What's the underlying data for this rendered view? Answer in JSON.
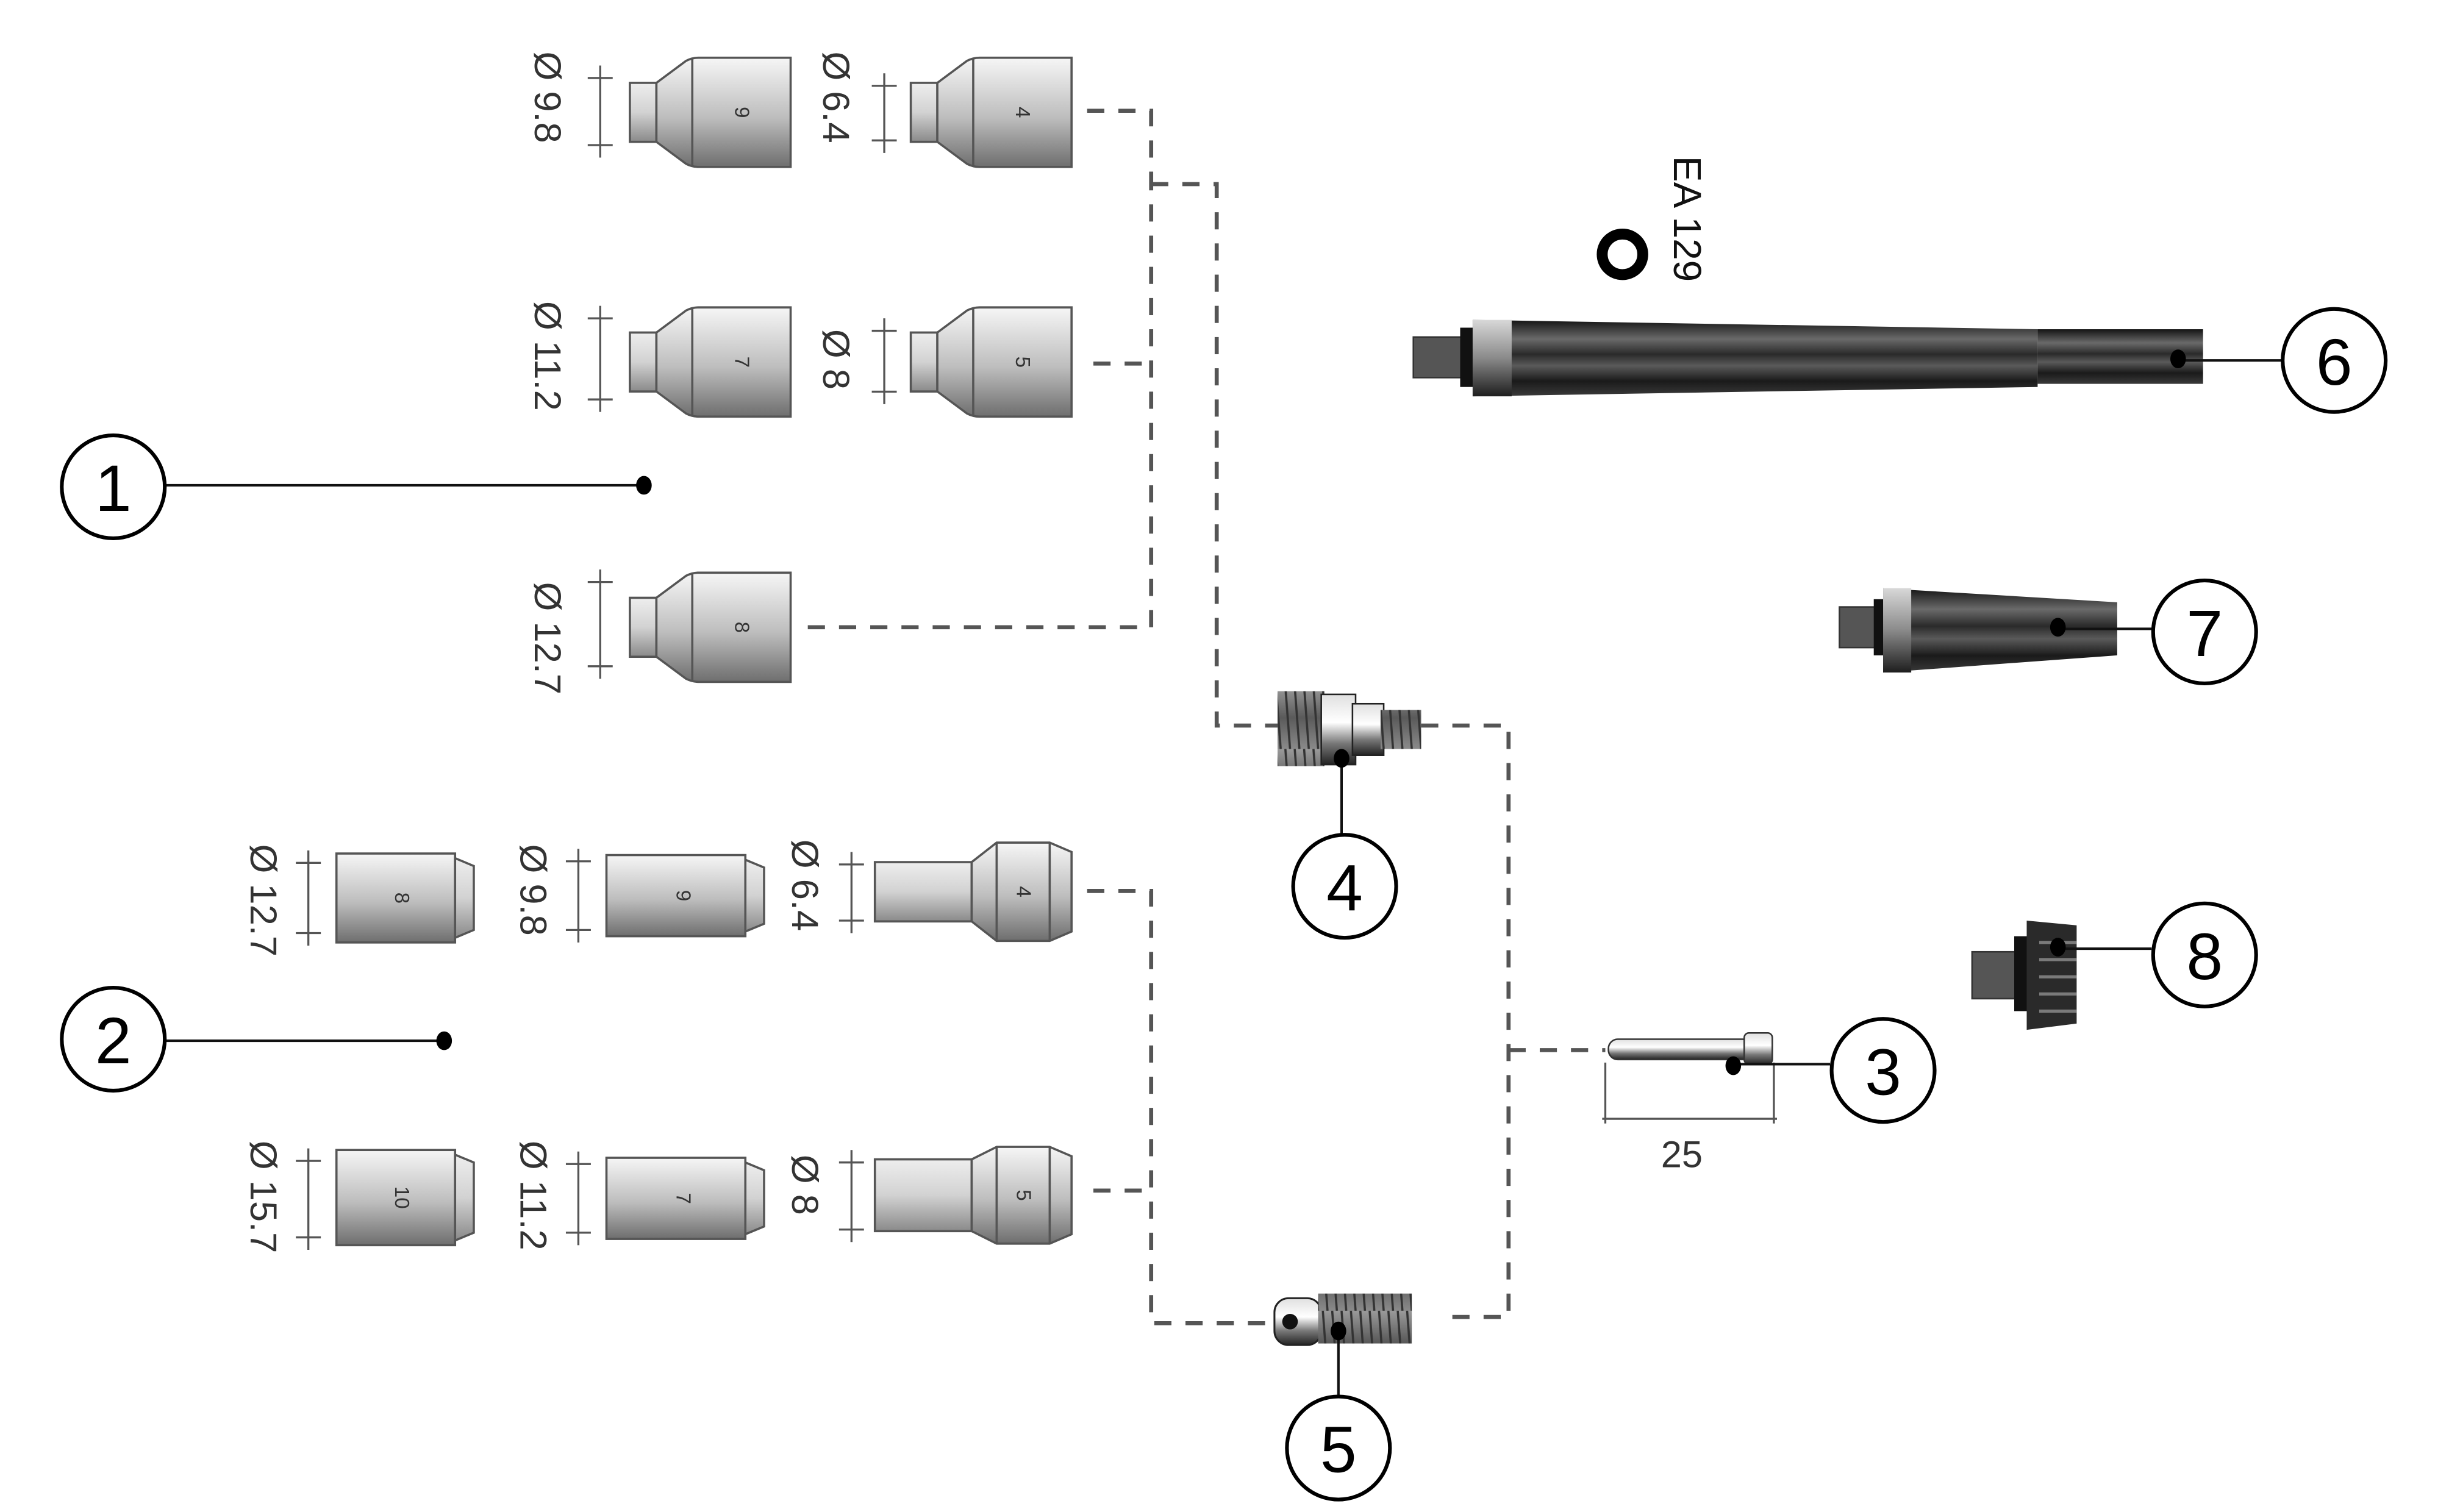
{
  "diagram": {
    "title": "TIG torch consumables exploded view",
    "callouts": [
      "1",
      "2",
      "3",
      "4",
      "5",
      "6",
      "7",
      "8"
    ],
    "group1_nozzles": [
      {
        "size": "9",
        "diameter": "Ø 9.8"
      },
      {
        "size": "4",
        "diameter": "Ø 6.4"
      },
      {
        "size": "7",
        "diameter": "Ø 11.2"
      },
      {
        "size": "5",
        "diameter": "Ø 8"
      },
      {
        "size": "8",
        "diameter": "Ø 12.7"
      }
    ],
    "group2_nozzles": [
      {
        "size": "8",
        "diameter": "Ø 12.7"
      },
      {
        "size": "9",
        "diameter": "Ø 9.8"
      },
      {
        "size": "4",
        "diameter": "Ø 6.4"
      },
      {
        "size": "10",
        "diameter": "Ø 15.7"
      },
      {
        "size": "7",
        "diameter": "Ø 11.2"
      },
      {
        "size": "5",
        "diameter": "Ø 8"
      }
    ],
    "oring_label": "EA 129",
    "electrode_length": "25",
    "colors": {
      "nozzle_light": "#f4f4f4",
      "nozzle_dark": "#6e6e6e",
      "cap_dark": "#1c1c1c",
      "dash": "#555555"
    }
  }
}
